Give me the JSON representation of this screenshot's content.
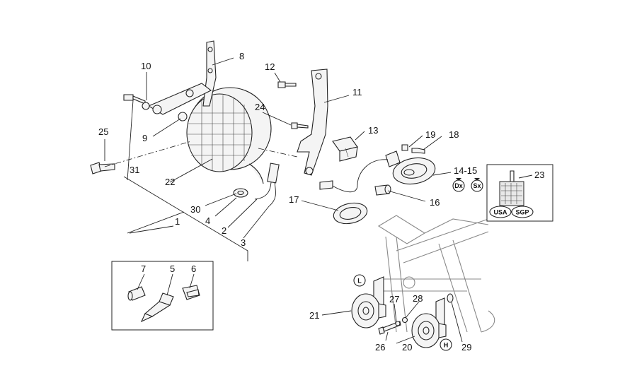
{
  "callouts": {
    "c1": "1",
    "c2": "2",
    "c3": "3",
    "c4": "4",
    "c5": "5",
    "c6": "6",
    "c7": "7",
    "c8": "8",
    "c9": "9",
    "c10": "10",
    "c11": "11",
    "c12": "12",
    "c13": "13",
    "c14_15": "14-15",
    "c16": "16",
    "c17": "17",
    "c18": "18",
    "c19": "19",
    "c20": "20",
    "c21": "21",
    "c22": "22",
    "c23": "23",
    "c24": "24",
    "c25": "25",
    "c26": "26",
    "c27": "27",
    "c28": "28",
    "c29": "29",
    "c30": "30",
    "c31": "31"
  },
  "badges": {
    "dx": "Dx",
    "sx": "Sx",
    "usa": "USA",
    "sgp": "SGP",
    "left": "L",
    "high": "H"
  },
  "colors": {
    "line": "#222222",
    "frame": "#888888",
    "background": "#ffffff"
  }
}
